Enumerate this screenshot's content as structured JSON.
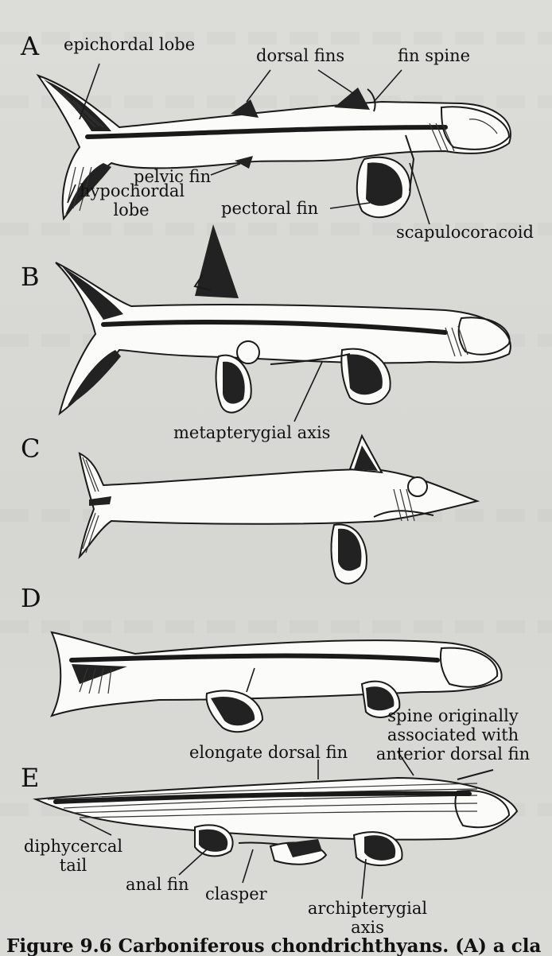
{
  "panels": [
    {
      "letter": "A",
      "labels": {
        "epichordal": "epichordal lobe",
        "dorsal_fins": "dorsal fins",
        "fin_spine": "fin spine",
        "pelvic": "pelvic fin",
        "hypochordal_1": "hypochordal",
        "hypochordal_2": "lobe",
        "pectoral": "pectoral fin",
        "scapulocoracoid": "scapulocoracoid"
      }
    },
    {
      "letter": "B",
      "labels": {
        "metapterygial": "metapterygial axis"
      }
    },
    {
      "letter": "C",
      "labels": {}
    },
    {
      "letter": "D",
      "labels": {
        "spine_1": "spine originally",
        "spine_2": "associated with",
        "spine_3": "anterior dorsal fin"
      }
    },
    {
      "letter": "E",
      "labels": {
        "elongate": "elongate dorsal fin",
        "diphy_1": "diphycercal",
        "diphy_2": "tail",
        "anal": "anal fin",
        "clasper": "clasper",
        "archi_1": "archipterygial",
        "archi_2": "axis"
      }
    }
  ],
  "caption": "Figure 9.6  Carboniferous chondrichthyans. (A) a cla"
}
